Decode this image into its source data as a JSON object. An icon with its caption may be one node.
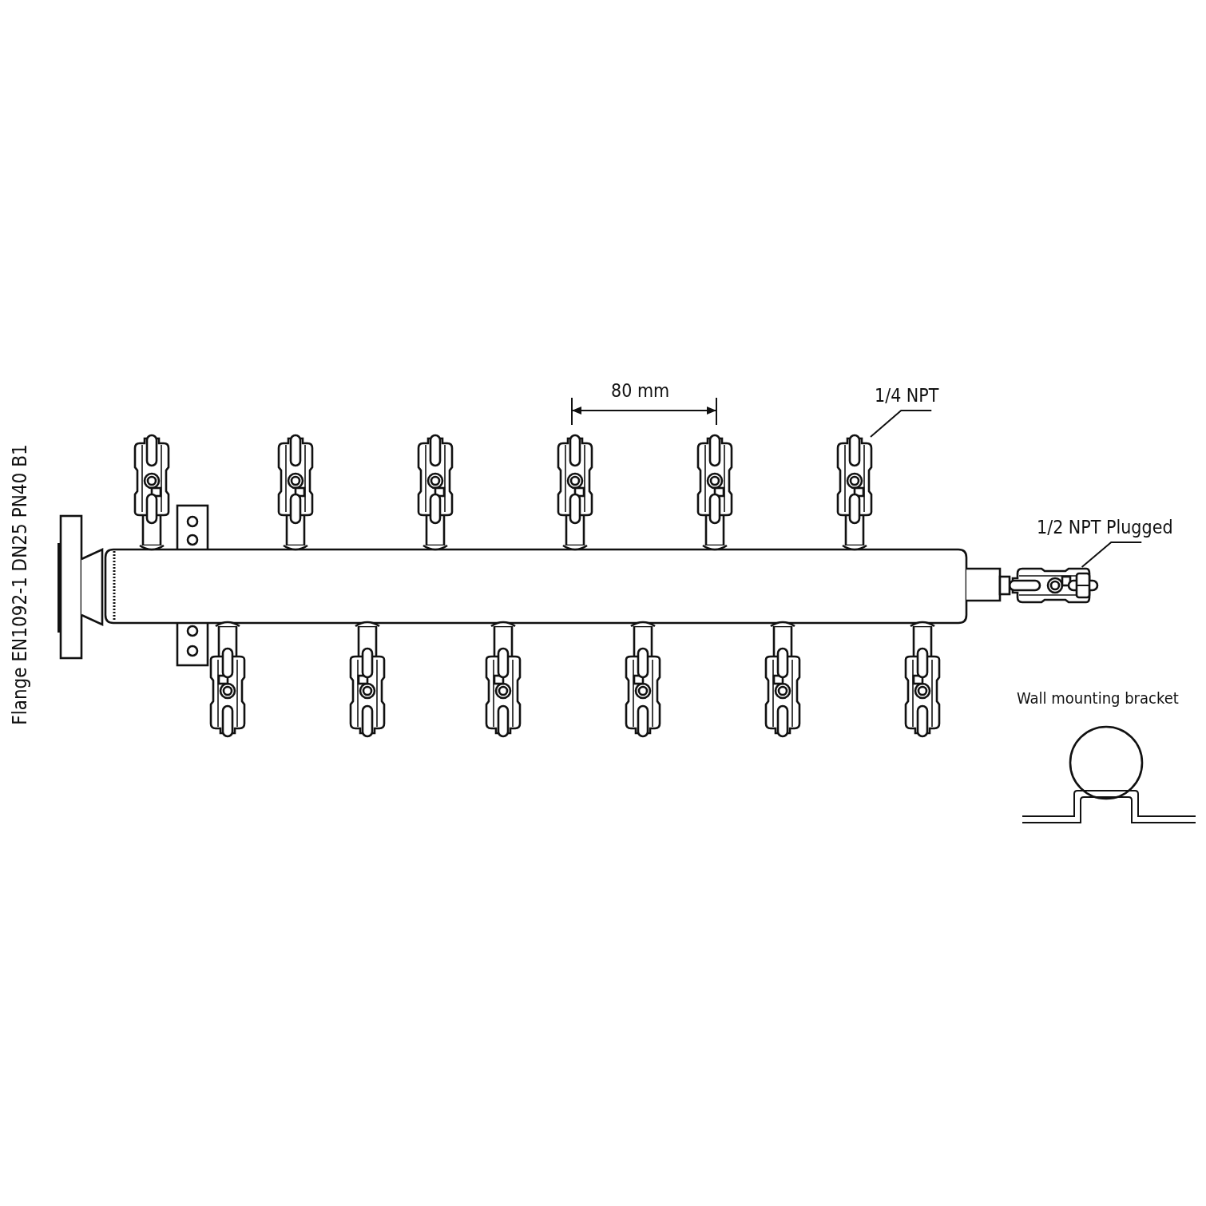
{
  "diagram": {
    "nodes": [
      {
        "text": [
          "1/4 NPT"
        ]
      },
      {
        "text": [],
        "shape": "valve"
      },
      {
        "text": [
          "1/2 NPT Plugged"
        ]
      },
      {
        "text": [],
        "shape": "valve"
      }
    ],
    "edges": [
      {
        "from": 0,
        "to": 1,
        "arrow": "none"
      },
      {
        "from": 2,
        "to": 3,
        "arrow": "none"
      }
    ],
    "labels": [
      "80 mm",
      "Flange EN1092-1 DN25 PN40 B1",
      "Wall mounting bracket"
    ]
  }
}
